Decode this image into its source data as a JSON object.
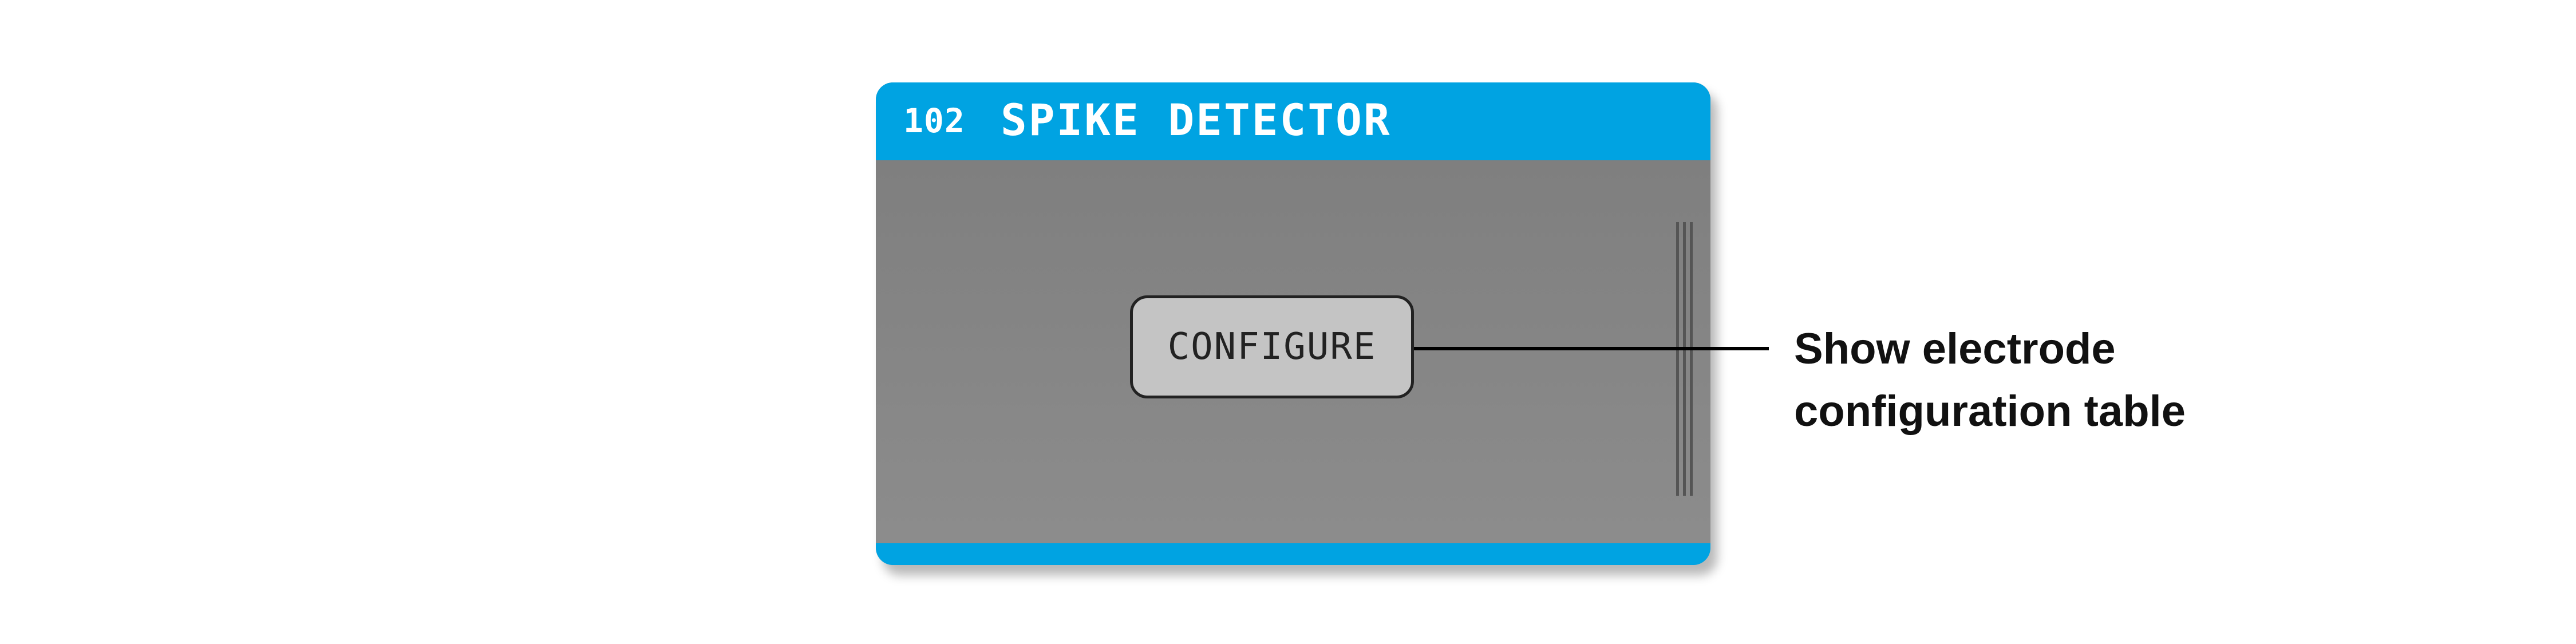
{
  "node": {
    "id": "102",
    "title": "SPIKE DETECTOR",
    "accent_color": "#00a3e2",
    "body_color": "#858585",
    "configure_label": "CONFIGURE"
  },
  "callout": {
    "line1": "Show electrode",
    "line2": "configuration table"
  }
}
